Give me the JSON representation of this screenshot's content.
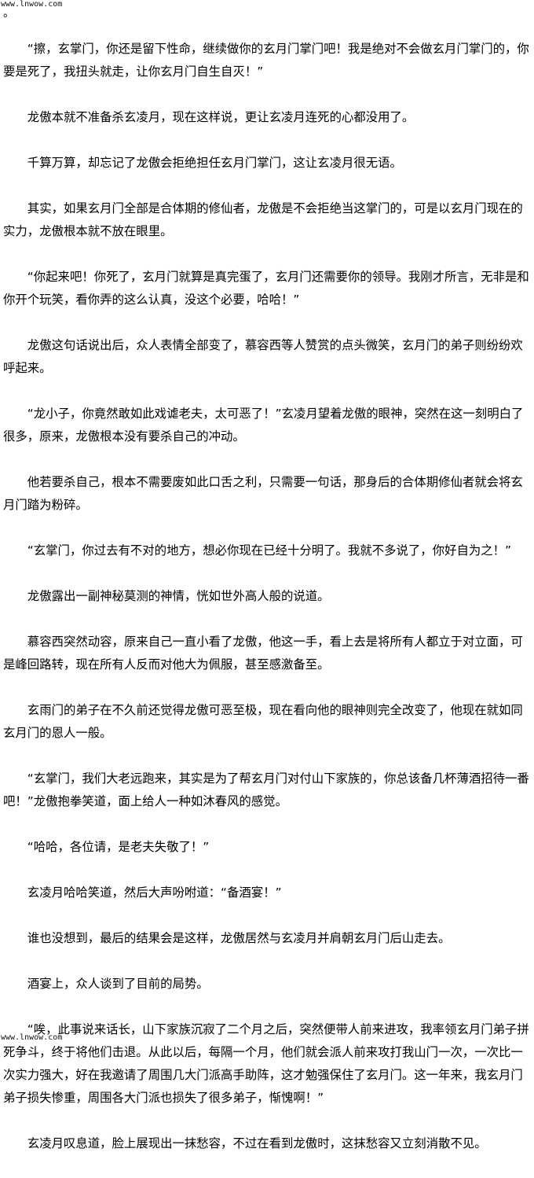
{
  "watermark_top": "www.lnwow.com",
  "lead_mark": "。",
  "watermark_bottom": "www.lnwow.com",
  "paragraphs": [
    "“擦，玄掌门，你还是留下性命，继续做你的玄月门掌门吧！我是绝对不会做玄月门掌门的，你要是死了，我扭头就走，让你玄月门自生自灭！”",
    "龙傲本就不准备杀玄凌月，现在这样说，更让玄凌月连死的心都没用了。",
    "千算万算，却忘记了龙傲会拒绝担任玄月门掌门，这让玄凌月很无语。",
    "其实，如果玄月门全部是合体期的修仙者，龙傲是不会拒绝当这掌门的，可是以玄月门现在的实力，龙傲根本就不放在眼里。",
    "“你起来吧！你死了，玄月门就算是真完蛋了，玄月门还需要你的领导。我刚才所言，无非是和你开个玩笑，看你弄的这么认真，没这个必要，哈哈！”",
    "龙傲这句话说出后，众人表情全部变了，慕容西等人赞赏的点头微笑，玄月门的弟子则纷纷欢呼起来。",
    "“龙小子，你竟然敢如此戏谑老夫，太可恶了！”玄凌月望着龙傲的眼神，突然在这一刻明白了很多，原来，龙傲根本没有要杀自己的冲动。",
    "他若要杀自己，根本不需要废如此口舌之利，只需要一句话，那身后的合体期修仙者就会将玄月门踏为粉碎。",
    "“玄掌门，你过去有不对的地方，想必你现在已经十分明了。我就不多说了，你好自为之！”",
    "龙傲露出一副神秘莫测的神情，恍如世外高人般的说道。",
    "慕容西突然动容，原来自己一直小看了龙傲，他这一手，看上去是将所有人都立于对立面，可是峰回路转，现在所有人反而对他大为佩服，甚至感激备至。",
    "玄雨门的弟子在不久前还觉得龙傲可恶至极，现在看向他的眼神则完全改变了，他现在就如同玄月门的恩人一般。",
    "“玄掌门，我们大老远跑来，其实是为了帮玄月门对付山下家族的，你总该备几杯薄酒招待一番吧！”龙傲抱拳笑道，面上给人一种如沐春风的感觉。",
    "“哈哈，各位请，是老夫失敬了！”",
    "玄凌月哈哈笑道，然后大声吩咐道：“备酒宴！”",
    "谁也没想到，最后的结果会是这样，龙傲居然与玄凌月并肩朝玄月门后山走去。",
    "酒宴上，众人谈到了目前的局势。",
    "“唉，此事说来话长，山下家族沉寂了二个月之后，突然便带人前来进攻，我率领玄月门弟子拼死争斗，终于将他们击退。从此以后，每隔一个月，他们就会派人前来攻打我山门一次，一次比一次实力强大，好在我邀请了周围几大门派高手助阵，这才勉强保住了玄月门。这一年来，我玄月门弟子损失惨重，周围各大门派也损失了很多弟子，惭愧啊！”",
    "玄凌月叹息道，脸上展现出一抹愁容，不过在看到龙傲时，这抹愁容又立刻消散不见。"
  ]
}
